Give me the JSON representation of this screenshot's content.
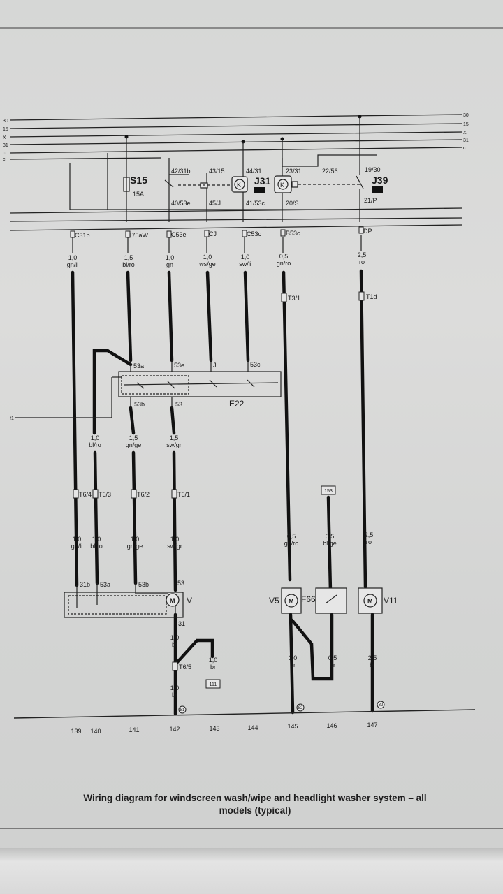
{
  "bus_labels_left": [
    "30",
    "15",
    "X",
    "31",
    "c",
    "c"
  ],
  "bus_labels_right": [
    "30",
    "15",
    "X",
    "31",
    "c"
  ],
  "components": {
    "fuse": {
      "code": "S15",
      "rating": "15A"
    },
    "relay_j31": {
      "code": "J31",
      "symbol": "K"
    },
    "relay_j39": {
      "code": "J39"
    },
    "switch_e22": {
      "code": "E22"
    },
    "motor_v": {
      "code": "V"
    },
    "motor_v5": {
      "code": "V5"
    },
    "motor_v11": {
      "code": "V11"
    },
    "switch_f66": {
      "code": "F66"
    },
    "terminal_153": "153",
    "terminal_111": "111",
    "feed_label": "f1"
  },
  "relay_pins": {
    "p42_31b": "42/31b",
    "p43_15": "43/15",
    "p44_31": "44/31",
    "p23_31": "23/31",
    "p22_56": "22/56",
    "p19_30": "19/30",
    "p40_53e": "40/53e",
    "p45_j": "45/J",
    "p41_53c": "41/53c",
    "p20_s": "20/S",
    "p21_p": "21/P"
  },
  "connectors": [
    "C31b",
    "I75aW",
    "C53e",
    "CJ",
    "C53c",
    "B53c",
    "DP"
  ],
  "wires_top": [
    {
      "gauge": "1,0",
      "color": "gn/li"
    },
    {
      "gauge": "1,5",
      "color": "bl/ro"
    },
    {
      "gauge": "1,0",
      "color": "gn"
    },
    {
      "gauge": "1,0",
      "color": "ws/ge"
    },
    {
      "gauge": "1,0",
      "color": "sw/li"
    },
    {
      "gauge": "0,5",
      "color": "gn/ro"
    },
    {
      "gauge": "2,5",
      "color": "ro"
    }
  ],
  "plugs_top": [
    "T3/1",
    "T1d"
  ],
  "switch_terminals_top": [
    "53a",
    "53e",
    "J",
    "53c"
  ],
  "switch_terminals_bottom": [
    "53b",
    "53"
  ],
  "wires_mid": [
    {
      "gauge": "1,0",
      "color": "bl/ro"
    },
    {
      "gauge": "1,5",
      "color": "gn/ge"
    },
    {
      "gauge": "1,5",
      "color": "sw/gr"
    }
  ],
  "plugs_mid": [
    "T6/4",
    "T6/3",
    "T6/2",
    "T6/1"
  ],
  "wires_lower": [
    {
      "gauge": "1,0",
      "color": "gn/li"
    },
    {
      "gauge": "1,0",
      "color": "bl/ro"
    },
    {
      "gauge": "1,0",
      "color": "gn/ge"
    },
    {
      "gauge": "1,0",
      "color": "sw/gr"
    },
    {
      "gauge": "0,5",
      "color": "gn/ro"
    },
    {
      "gauge": "0,5",
      "color": "bl/ge"
    },
    {
      "gauge": "2,5",
      "color": "ro"
    }
  ],
  "motor_terminals": [
    "31b",
    "53a",
    "53b",
    "53",
    "31"
  ],
  "wires_bottom": [
    {
      "gauge": "1,0",
      "color": "br"
    },
    {
      "gauge": "1,0",
      "color": "br"
    },
    {
      "gauge": "1,0",
      "color": "br"
    },
    {
      "gauge": "1,0",
      "color": "br"
    },
    {
      "gauge": "0,5",
      "color": "br"
    },
    {
      "gauge": "2,5",
      "color": "br"
    }
  ],
  "plug_bottom": "T6/5",
  "grounds": [
    "81",
    "82",
    "32"
  ],
  "column_numbers": [
    "139",
    "140",
    "141",
    "142",
    "143",
    "144",
    "145",
    "146",
    "147"
  ],
  "caption": {
    "line1": "Wiring diagram for windscreen wash/wipe and headlight washer system – all",
    "line2": "models (typical)"
  },
  "colors": {
    "ink": "#1a1a1a",
    "paper": "#d8d9d8"
  }
}
